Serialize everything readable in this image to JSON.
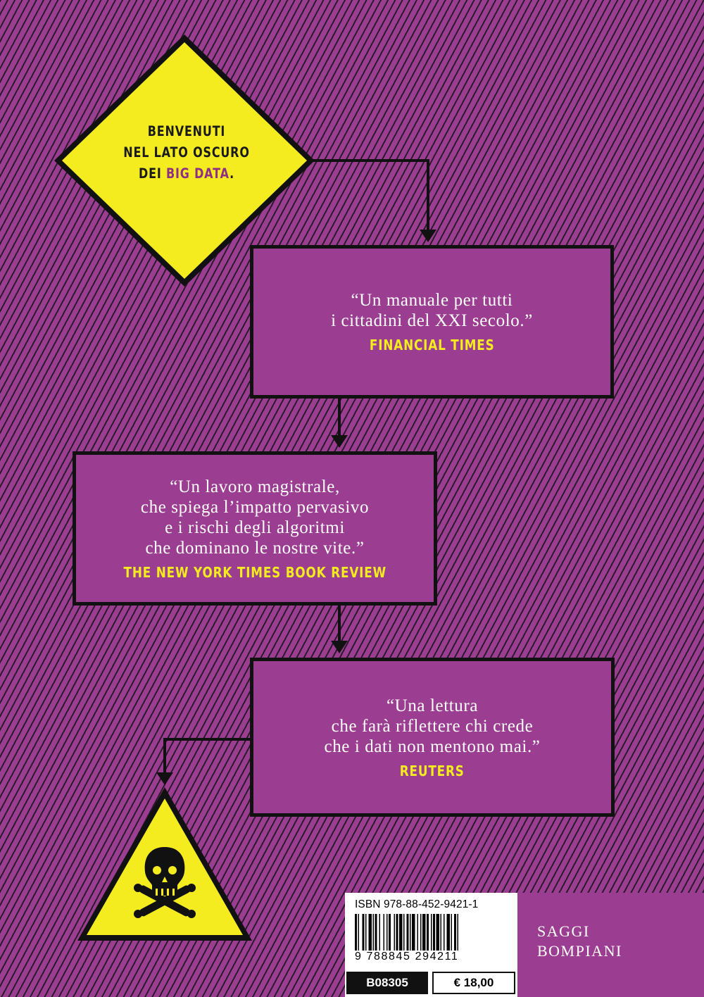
{
  "headline": {
    "line1": "BENVENUTI",
    "line2": "NEL LATO OSCURO",
    "line3_prefix": "DEI ",
    "line3_highlight": "BIG DATA",
    "line3_suffix": "."
  },
  "quotes": [
    {
      "lines": [
        "“Un manuale per tutti",
        "i cittadini del XXI secolo.”"
      ],
      "source": "FINANCIAL TIMES"
    },
    {
      "lines": [
        "“Un lavoro magistrale,",
        "che spiega l’impatto pervasivo",
        "e i rischi degli algoritmi",
        "che dominano le nostre vite.”"
      ],
      "source": "THE NEW YORK TIMES BOOK REVIEW"
    },
    {
      "lines": [
        "“Una lettura",
        "che farà riflettere chi crede",
        "che i dati non mentono mai.”"
      ],
      "source": "REUTERS"
    }
  ],
  "barcode": {
    "isbn": "ISBN 978-88-452-9421-1",
    "ean_digits": "9 788845 294211",
    "code": "B08305",
    "price": "€ 18,00"
  },
  "publisher": {
    "line1": "SAGGI",
    "line2": "BOMPIANI"
  },
  "colors": {
    "background": "#9b3e91",
    "stripes": "#2a1b2c",
    "warning_yellow": "#f4ec1f",
    "box_border": "#111111",
    "text_white": "#ffffff"
  },
  "icons": [
    "warning-diamond-icon",
    "hazard-triangle-icon",
    "skull-crossbones-icon"
  ]
}
